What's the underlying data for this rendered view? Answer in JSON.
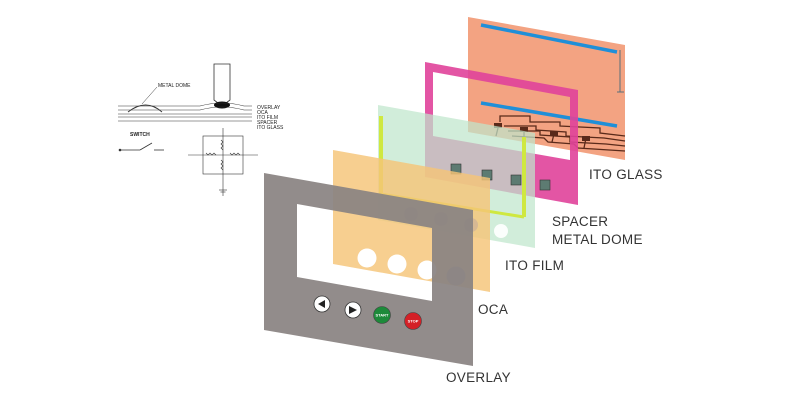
{
  "labels": {
    "ito_glass": "ITO GLASS",
    "spacer": "SPACER",
    "metal_dome": "METAL DOME",
    "ito_film": "ITO FILM",
    "oca": "OCA",
    "overlay": "OVERLAY"
  },
  "cross_section": {
    "metal_dome": "METAL DOME",
    "layers": [
      "OVERLAY",
      "OCA",
      "ITO FILM",
      "SPACER",
      "ITO GLASS"
    ]
  },
  "switch_label": "SWITCH",
  "buttons": {
    "start": "START",
    "stop": "STOP"
  },
  "colors": {
    "ito_glass": "#f3a382",
    "ito_glass_stripe": "#1f8fd8",
    "traces": "#5a2a1a",
    "spacer_frame": "#e0429a",
    "ito_film": "#bfe6cc",
    "ito_film_bar": "#cfe840",
    "oca": "#f5c477",
    "overlay": "#8a8382",
    "start_button": "#1d8a3a",
    "stop_button": "#d42027"
  }
}
